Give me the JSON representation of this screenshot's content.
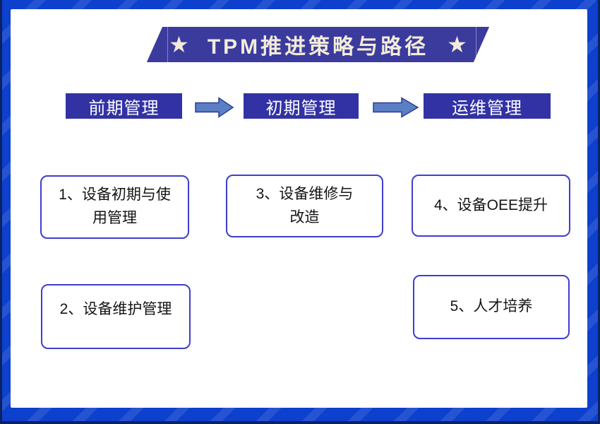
{
  "title": {
    "text": "TPM推进策略与路径",
    "star": "★"
  },
  "flow": {
    "stages": [
      {
        "label": "前期管理"
      },
      {
        "label": "初期管理"
      },
      {
        "label": "运维管理"
      }
    ]
  },
  "boxes": [
    {
      "label": "1、设备初期与使用管理",
      "lines": [
        "1、设备初期与使",
        "用管理"
      ]
    },
    {
      "label": "2、设备维护管理",
      "lines": [
        "2、设备维护管理"
      ]
    },
    {
      "label": "3、设备维修与改造",
      "lines": [
        "3、设备维修与",
        "改造"
      ]
    },
    {
      "label": "4、设备OEE提升",
      "lines": [
        "4、设备OEE提升"
      ]
    },
    {
      "label": "5、人才培养",
      "lines": [
        "5、人才培养"
      ]
    }
  ],
  "colors": {
    "background_blue": "#0c40cd",
    "frame_dark_navy": "#0a2163",
    "banner_indigo": "#3b3b9e",
    "stage_blue": "#3232a4",
    "arrow_fill": "#5a7fc4",
    "arrow_stroke": "#2c3c96",
    "box_border_blue": "#3e3ecd",
    "title_cream": "#f2ead7"
  }
}
